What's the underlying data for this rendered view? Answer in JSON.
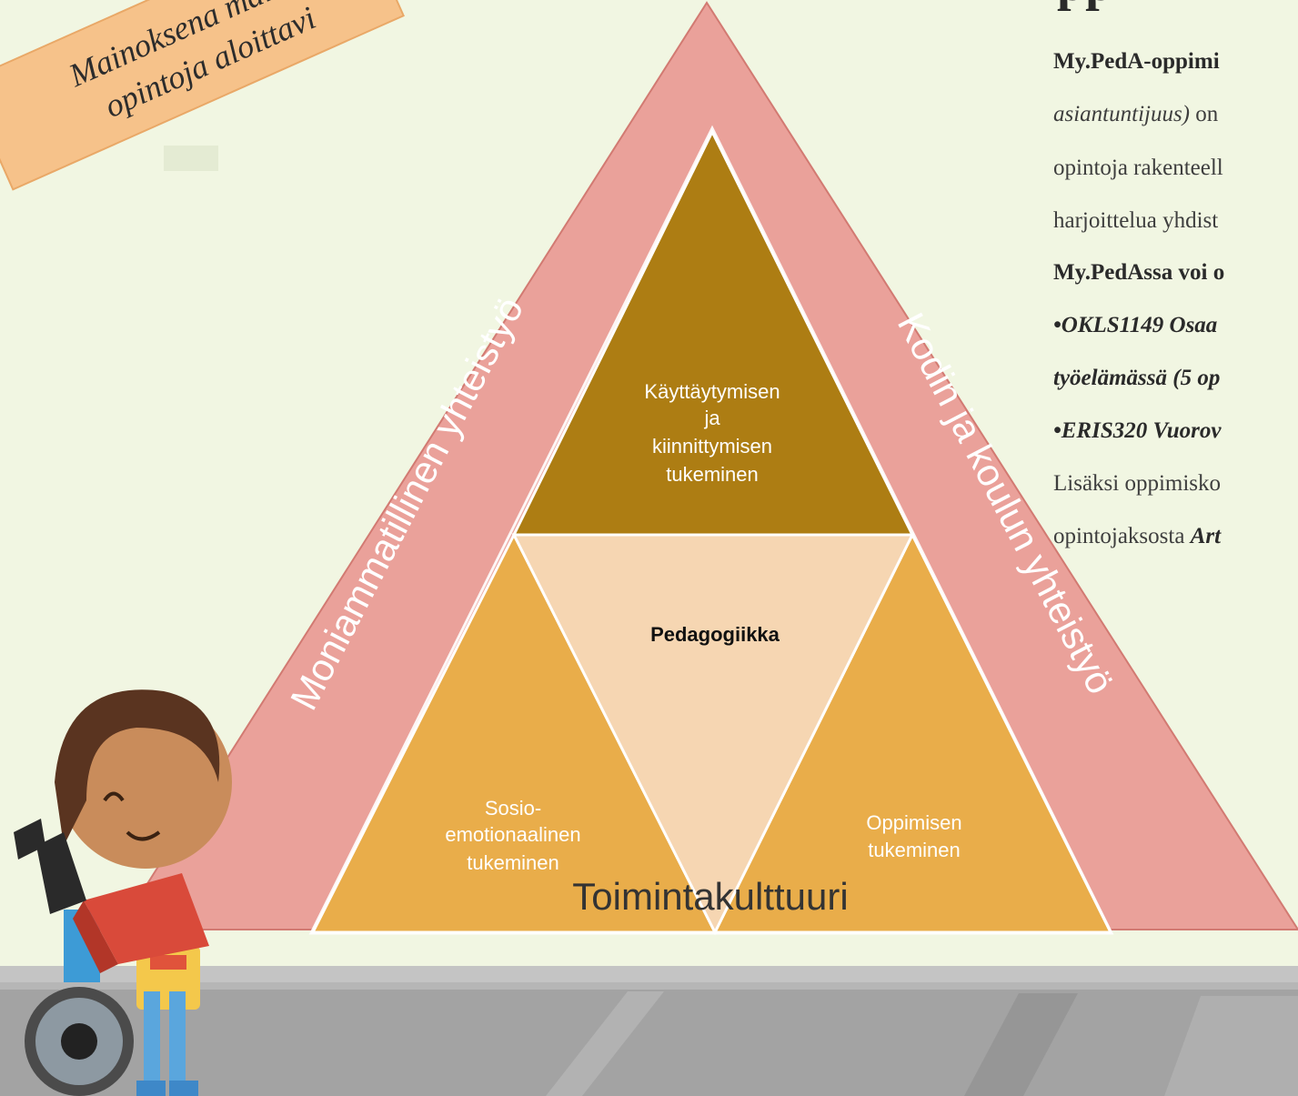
{
  "banner": {
    "line1": "Mainoksena mais",
    "line2": "opintoja aloittavi"
  },
  "heading_fragment": "pp",
  "triangle": {
    "bottom_label": "Toimintakulttuuri",
    "left_label": "Moniammatillinen yhteistyö",
    "right_label": "Kodin ja koulun yhteistyö",
    "top_section": [
      "Käyttäytymisen",
      "ja",
      "kiinnittymisen",
      "tukeminen"
    ],
    "center_section": "Pedagogiikka",
    "bottom_left_section": [
      "Sosio-",
      "emotionaalinen",
      "tukeminen"
    ],
    "bottom_right_section": [
      "Oppimisen",
      "tukeminen"
    ]
  },
  "body_text": {
    "line1": "My.PedA-oppimi",
    "line2_italic": "asiantuntijuus)",
    "line2_rest": " on",
    "line3": "opintoja rakenteell",
    "line4": "harjoittelua  yhdist",
    "line5": "My.PedAssa voi o",
    "line6": "•OKLS1149 Osaa",
    "line7": "työelämässä (5 op",
    "line8": "•ERIS320 Vuorov",
    "line9": "Lisäksi oppimisko",
    "line10_start": "opintojaksosta ",
    "line10_bold": "Art"
  },
  "colors": {
    "background": "#f1f6e2",
    "outer_triangle": "#eaa19a",
    "top_section": "#ad7d13",
    "side_sections": "#e9ad4a",
    "center_section": "#f6d6b2",
    "floor": "#a6a6a6"
  }
}
